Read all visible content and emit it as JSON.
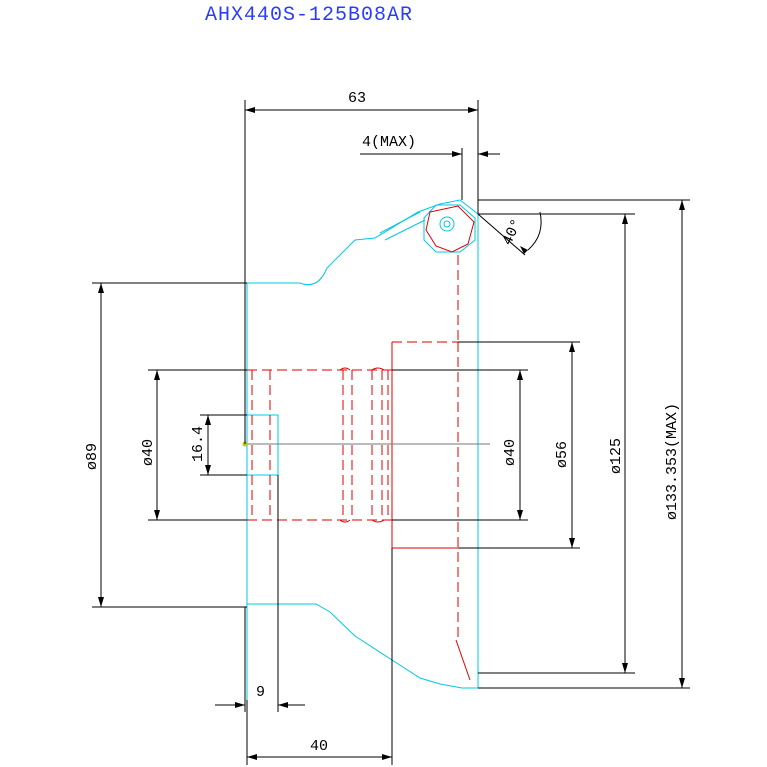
{
  "title": "AHX440S-125B08AR",
  "colors": {
    "title": "#2a3cff",
    "outline": "#00c8e6",
    "hidden": "#e00000",
    "dimension": "#000000"
  },
  "dimensions": {
    "width_total": "63",
    "overhang": "4(MAX)",
    "angle": "40°",
    "dia_hub": "ø89",
    "dia_bore_left": "ø40",
    "keyway": "16.4",
    "dia_bore_right": "ø40",
    "dia_shoulder": "ø56",
    "dia_body": "ø125",
    "dia_max": "ø133.353(MAX)",
    "step": "9",
    "hub_length": "40"
  }
}
